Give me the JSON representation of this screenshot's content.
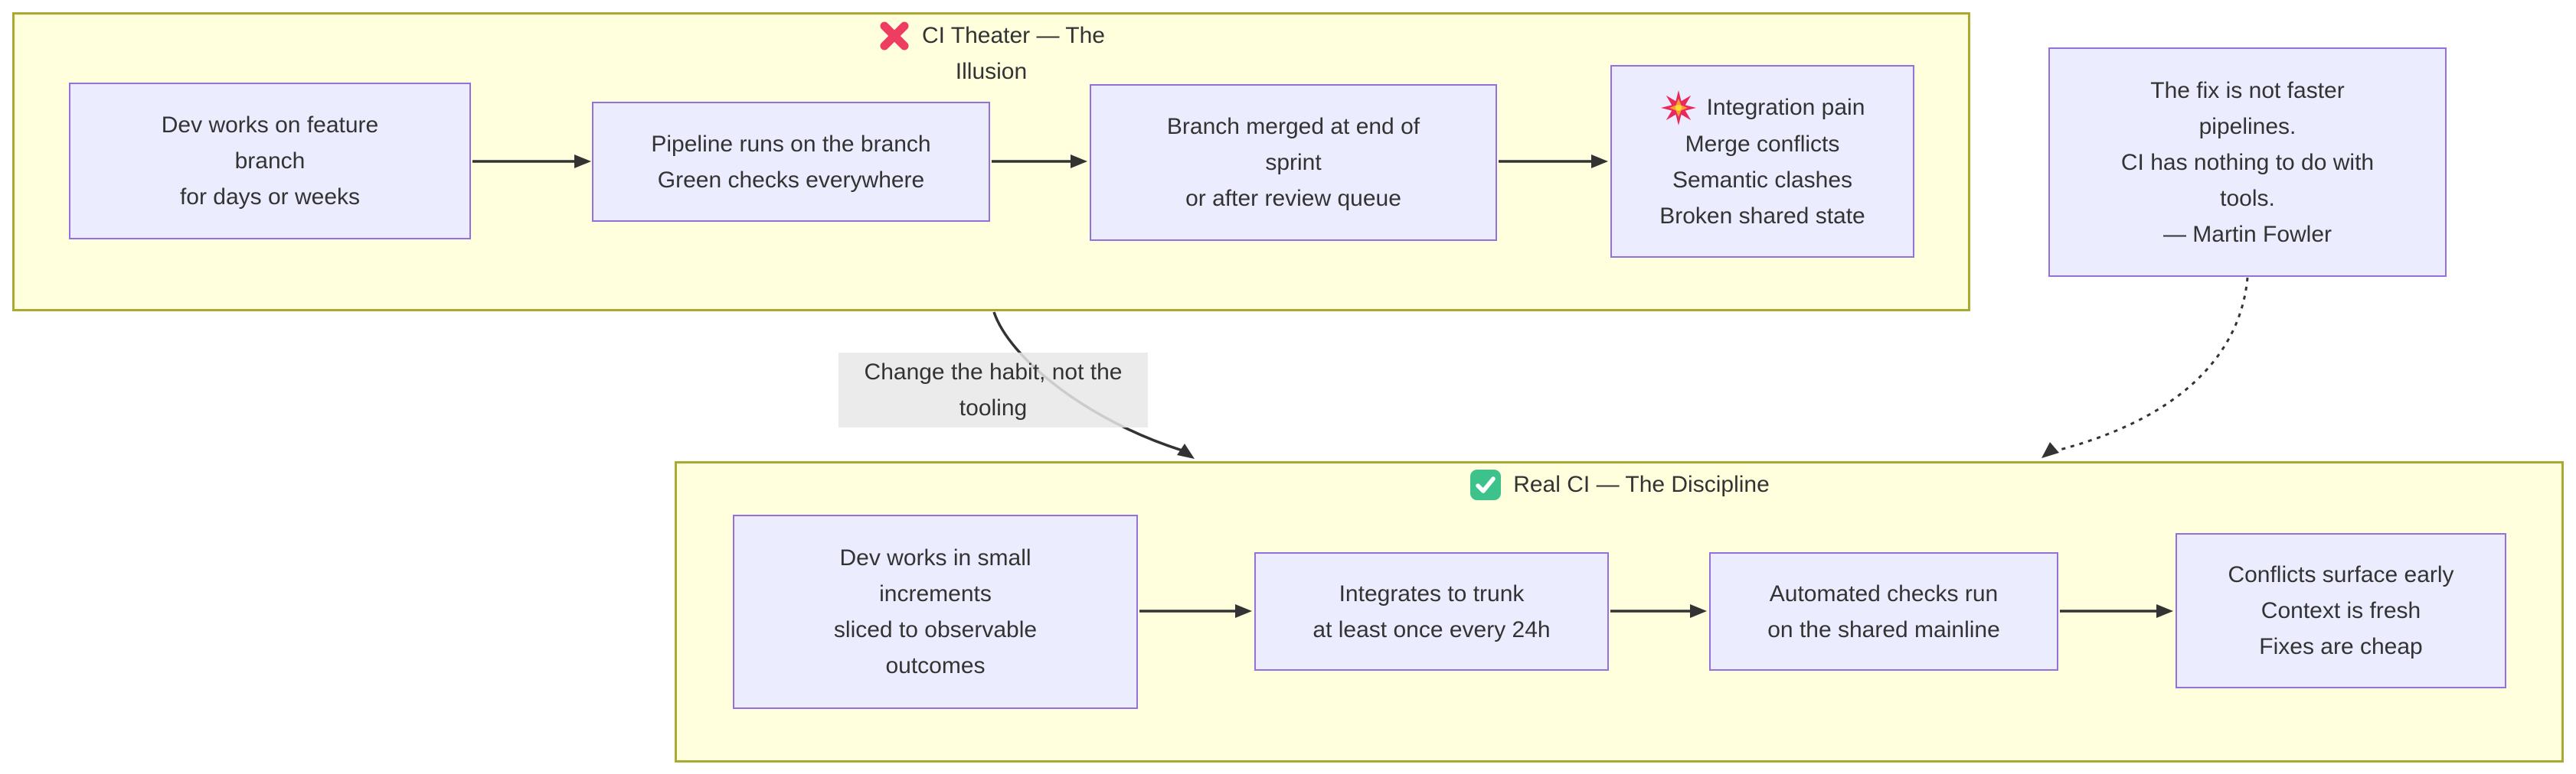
{
  "theater": {
    "title": {
      "icon": "cross-mark",
      "line1": "CI Theater — The",
      "line2": "Illusion"
    },
    "boxes": [
      {
        "lines": [
          "Dev works on feature",
          "branch",
          "for days or weeks"
        ]
      },
      {
        "lines": [
          "Pipeline runs on the branch",
          "Green checks everywhere"
        ]
      },
      {
        "lines": [
          "Branch merged at end of",
          "sprint",
          "or after review queue"
        ]
      },
      {
        "icon": "collision",
        "line_with_icon": "Integration pain",
        "lines": [
          "Merge conflicts",
          "Semantic clashes",
          "Broken shared state"
        ]
      }
    ]
  },
  "real_ci": {
    "title": {
      "icon": "check-mark",
      "text": "Real CI — The Discipline"
    },
    "boxes": [
      {
        "lines": [
          "Dev works in small",
          "increments",
          "sliced to observable",
          "outcomes"
        ]
      },
      {
        "lines": [
          "Integrates to trunk",
          "at least once every 24h"
        ]
      },
      {
        "lines": [
          "Automated checks run",
          "on the shared mainline"
        ]
      },
      {
        "lines": [
          "Conflicts surface early",
          "Context is fresh",
          "Fixes are cheap"
        ]
      }
    ]
  },
  "fowler_note": {
    "lines": [
      "The fix is not faster",
      "pipelines.",
      "CI has nothing to do with",
      "tools.",
      "— Martin Fowler"
    ]
  },
  "edge_label": {
    "line1": "Change the habit, not the",
    "line2": "tooling"
  },
  "colors": {
    "cluster_fill": "#ffffde",
    "cluster_border": "#aaaa33",
    "node_fill": "#ececff",
    "node_border": "#9370db",
    "edge": "#333333",
    "edge_label_bg": "#e8e8e8",
    "text": "#333333",
    "cross_mark": "#ee3d60",
    "check_mark_bg": "#3ec28b",
    "collision_outer": "#e62a5e",
    "collision_inner": "#ff9d2a"
  }
}
